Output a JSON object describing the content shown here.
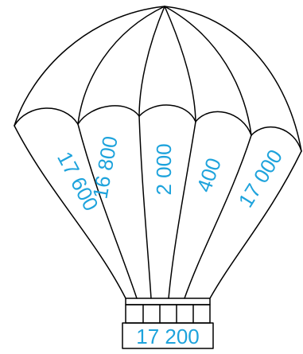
{
  "puzzle": {
    "panel_numbers": [
      "17 600",
      "16 800",
      "2 000",
      "400",
      "17 000"
    ],
    "basket_total": "17 200",
    "text_color": "#1ea3dc",
    "line_color": "#000000"
  }
}
